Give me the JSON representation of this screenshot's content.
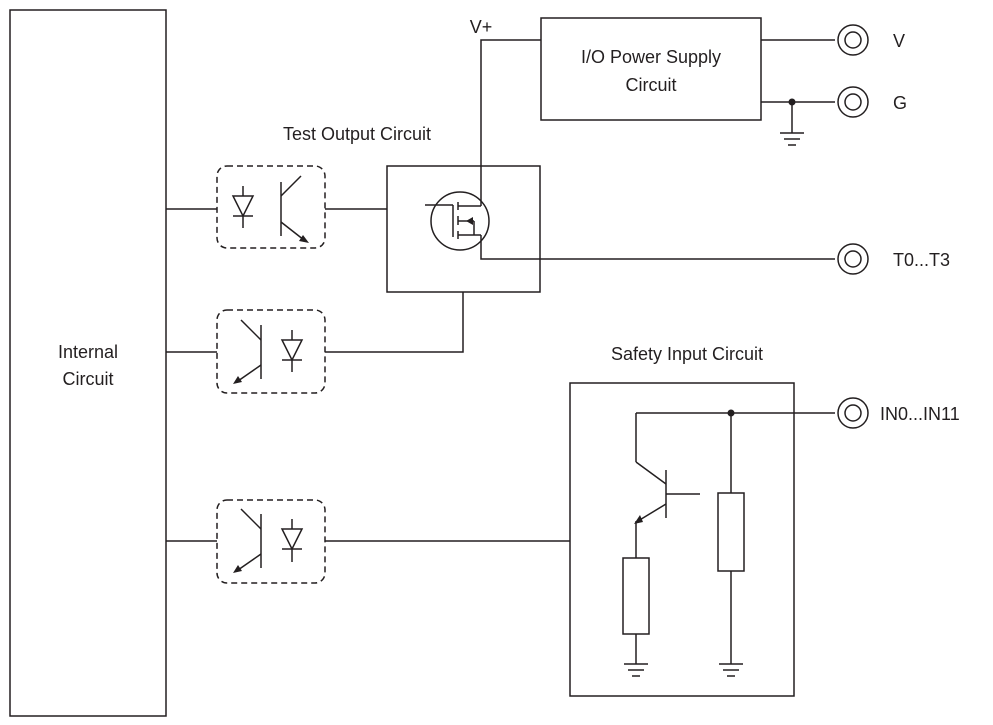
{
  "labels": {
    "internal_circuit_line1": "Internal",
    "internal_circuit_line2": "Circuit",
    "test_output_circuit": "Test Output Circuit",
    "safety_input_circuit": "Safety Input Circuit",
    "power_supply_line1": "I/O Power Supply",
    "power_supply_line2": "Circuit",
    "v_plus": "V+"
  },
  "terminals": {
    "v": "V",
    "g": "G",
    "t0_t3": "T0...T3",
    "in0_in11": "IN0...IN11"
  },
  "colors": {
    "ink": "#231f20",
    "background": "#ffffff"
  }
}
